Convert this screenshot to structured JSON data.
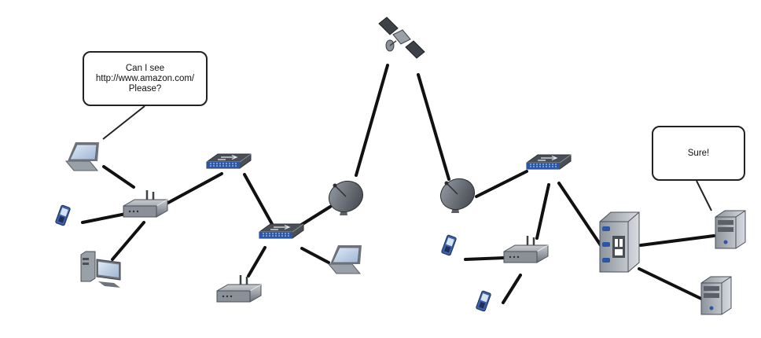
{
  "bubbles": {
    "request_lines": [
      "Can I see",
      "http://www.amazon.com/",
      "Please?"
    ],
    "response_text": "Sure!"
  },
  "colors": {
    "link": "#111111",
    "device_dark": "#4a4f57",
    "device_light": "#9aa0a8",
    "port_blue": "#2b57a6"
  },
  "icons": [
    "laptop-icon",
    "mobile-phone-icon",
    "desktop-computer-icon",
    "wireless-router-icon",
    "network-switch-icon",
    "satellite-dish-icon",
    "satellite-icon",
    "server-tower-icon",
    "datacenter-server-icon"
  ]
}
